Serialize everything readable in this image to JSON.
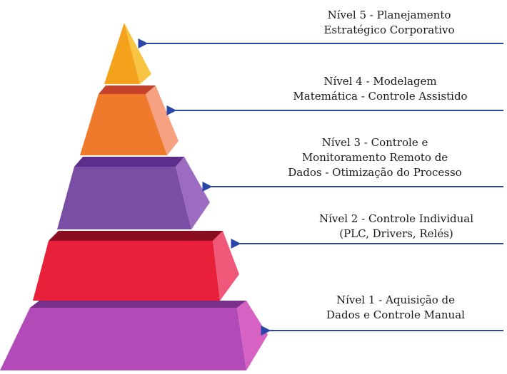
{
  "levels": [
    {
      "id": 5,
      "lines": [
        "Nível 5 - Planejamento",
        "Estratégico Corporativo"
      ],
      "colors": {
        "front": "#f4a21c",
        "side": "#f7c542",
        "top": "#d98a10"
      }
    },
    {
      "id": 4,
      "lines": [
        "Nível 4 - Modelagem",
        "Matemática - Controle Assistido"
      ],
      "colors": {
        "front": "#f07a2c",
        "side": "#f6a282",
        "top": "#c4432a"
      }
    },
    {
      "id": 3,
      "lines": [
        "Nível 3 - Controle e",
        "Monitoramento Remoto de",
        "Dados - Otimização do Processo"
      ],
      "colors": {
        "front": "#7b4ea6",
        "side": "#9c6cc0",
        "top": "#5d2d8c"
      }
    },
    {
      "id": 2,
      "lines": [
        "Nível 2 - Controle Individual",
        "(PLC, Drivers, Relés)"
      ],
      "colors": {
        "front": "#e8203a",
        "side": "#f0587a",
        "top": "#8b0d20"
      }
    },
    {
      "id": 1,
      "lines": [
        "Nível 1 - Aquisição de",
        "Dados e Controle Manual"
      ],
      "colors": {
        "front": "#b24bb8",
        "side": "#d662c4",
        "top": "#7a2f88"
      }
    }
  ],
  "arrow_color": "#2a46a8"
}
